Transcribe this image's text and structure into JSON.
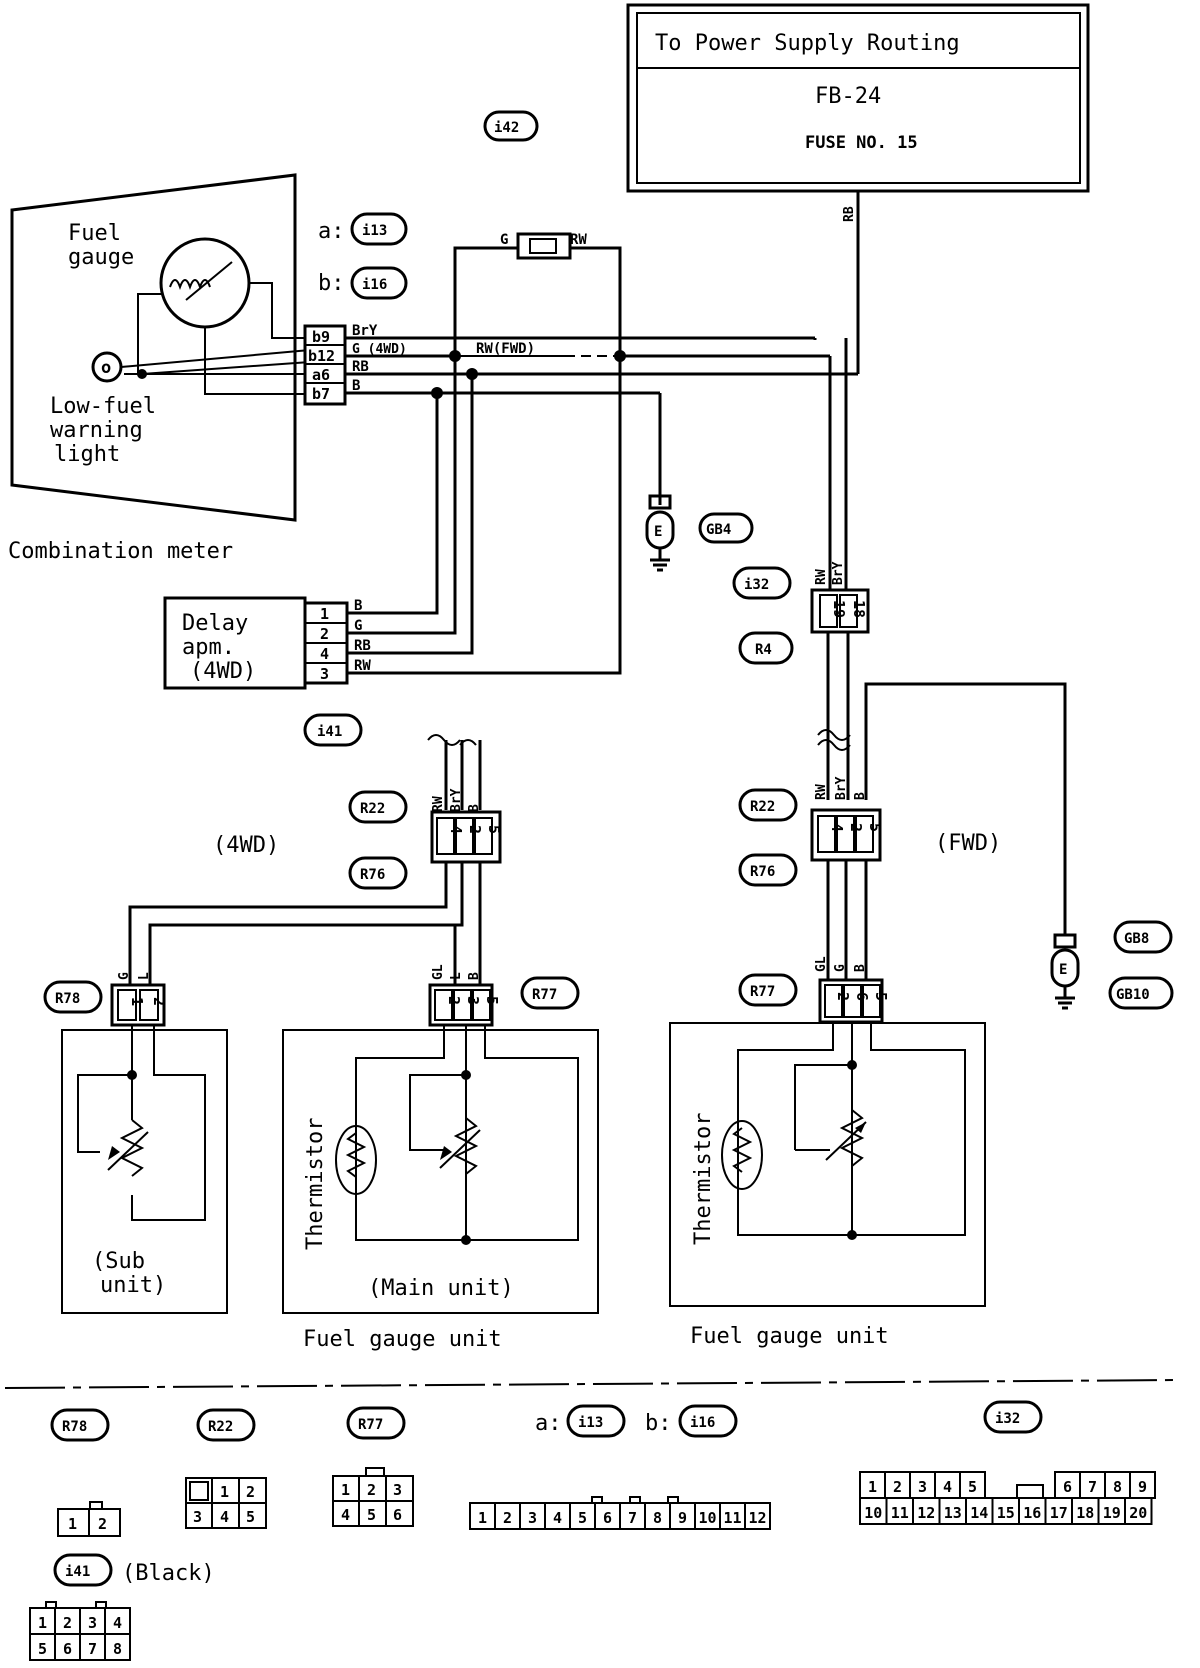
{
  "power": {
    "title": "To Power Supply Routing",
    "fb": "FB-24",
    "fuse": "FUSE NO. 15"
  },
  "connectors": {
    "c142": "i42",
    "c113": "i13",
    "c116": "i16",
    "a_prefix": "a:",
    "b_prefix": "b:",
    "c141": "i41",
    "c132": "i32",
    "r4": "R4",
    "r22": "R22",
    "r76": "R76",
    "r77": "R77",
    "r78": "R78",
    "gb4": "GB4",
    "gb8": "GB8",
    "gb10": "GB10",
    "e": "E"
  },
  "meter": {
    "fuel": "Fuel",
    "gauge": "gauge",
    "low1": "Low-fuel",
    "low2": "warning",
    "low3": "light",
    "caption": "Combination meter",
    "pins": [
      "b9",
      "b12",
      "a6",
      "b7"
    ]
  },
  "wires": {
    "bry": "BrY",
    "g4wd": "G (4WD)",
    "rb": "RB",
    "b": "B",
    "rwfwd": "RW(FWD)",
    "g": "G",
    "rw": "RW",
    "gl": "GL",
    "l": "L",
    "br_y": "BrY"
  },
  "delay": {
    "l1": "Delay",
    "l2": "apm.",
    "l3": "(4WD)",
    "pins": [
      "1",
      "2",
      "4",
      "3"
    ],
    "wires": [
      "B",
      "G",
      "RB",
      "RW"
    ]
  },
  "labels": {
    "4wd": "(4WD)",
    "fwd": "(FWD)",
    "sub1": "(Sub",
    "sub2": "unit)",
    "main": "(Main unit)",
    "thermistor": "Thermistor",
    "fgu": "Fuel gauge unit"
  },
  "legend": {
    "black": "(Black)",
    "r78": [
      "1",
      "2"
    ],
    "r22": [
      "1",
      "2",
      "3",
      "4",
      "5"
    ],
    "r77": [
      "1",
      "2",
      "3",
      "4",
      "5",
      "6"
    ],
    "i13": [
      "1",
      "2",
      "3",
      "4",
      "5",
      "6",
      "7",
      "8",
      "9",
      "10",
      "11",
      "12"
    ],
    "i32_top_a": [
      "1",
      "2",
      "3",
      "4",
      "5"
    ],
    "i32_top_b": [
      "6",
      "7",
      "8",
      "9"
    ],
    "i32_bottom": [
      "10",
      "11",
      "12",
      "13",
      "14",
      "15",
      "16",
      "17",
      "18",
      "19",
      "20"
    ],
    "i41": [
      "1",
      "2",
      "3",
      "4",
      "5",
      "6",
      "7",
      "8"
    ]
  }
}
